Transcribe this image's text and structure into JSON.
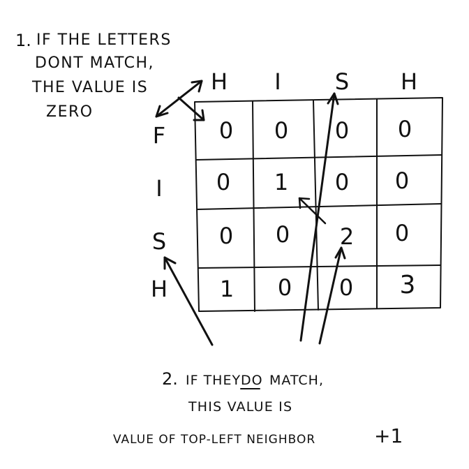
{
  "note1": {
    "number": "1.",
    "lines": [
      "IF THE LETTERS",
      "DONT MATCH,",
      "THE VALUE IS",
      "ZERO"
    ]
  },
  "note2": {
    "number": "2.",
    "line1_before": "IF THEY",
    "line1_emphasis": "DO",
    "line1_after": "MATCH,",
    "line2": "THIS VALUE IS",
    "line3": "VALUE OF TOP-LEFT NEIGHBOR",
    "line3_suffix": "+1"
  },
  "grid": {
    "column_letters": [
      "H",
      "I",
      "S",
      "H"
    ],
    "row_letters": [
      "F",
      "I",
      "S",
      "H"
    ],
    "cells": [
      [
        "0",
        "0",
        "0",
        "0"
      ],
      [
        "0",
        "1",
        "0",
        "0"
      ],
      [
        "0",
        "0",
        "2",
        "0"
      ],
      [
        "1",
        "0",
        "0",
        "3"
      ]
    ]
  }
}
